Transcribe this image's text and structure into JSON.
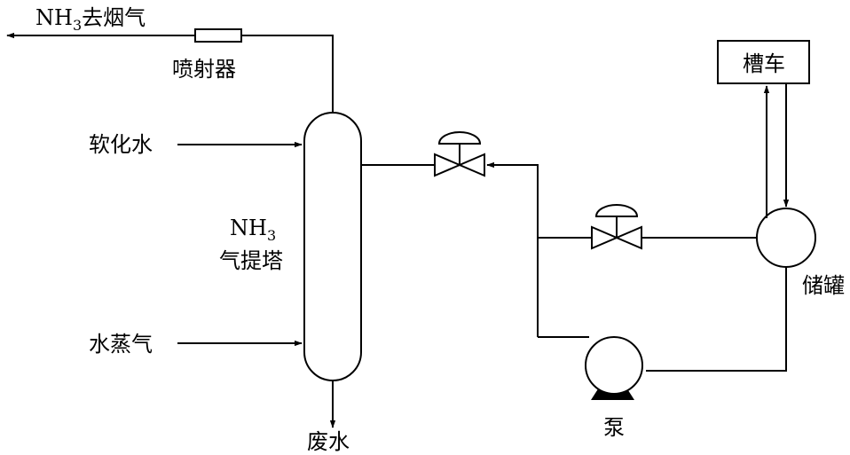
{
  "labels": {
    "exhaust_nh3": "NH",
    "exhaust_sub": "3",
    "exhaust_text": "去烟气",
    "ejector": "喷射器",
    "softened_water": "软化水",
    "steam": "水蒸气",
    "tower_nh3": "NH",
    "tower_sub": "3",
    "tower_name": "气提塔",
    "waste_water": "废水",
    "pump": "泵",
    "storage_tank": "储罐",
    "tanker": "槽车"
  }
}
